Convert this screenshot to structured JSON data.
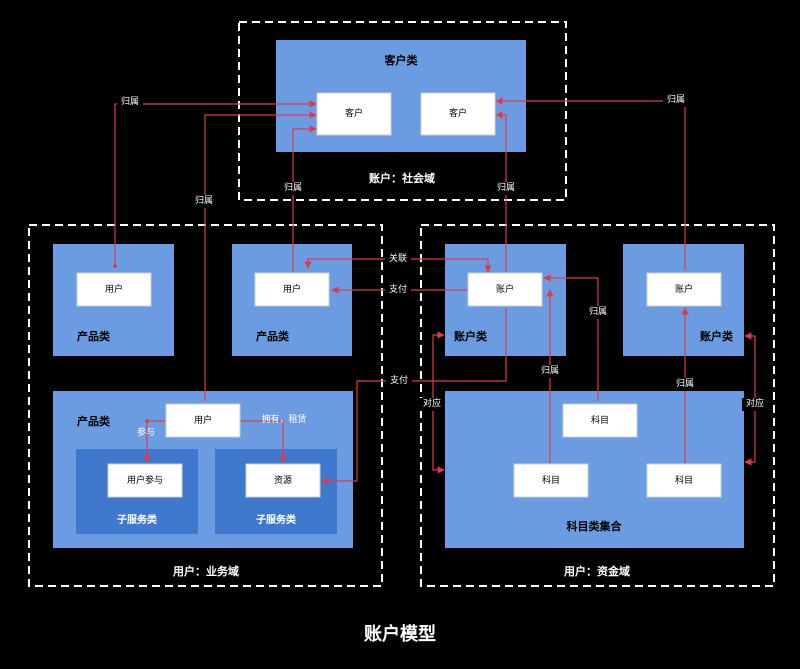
{
  "title": "账户模型",
  "domains": {
    "social": "账户：社会域",
    "business": "用户：业务域",
    "fund": "用户：资金域"
  },
  "groups": {
    "customer_class": "客户类",
    "product_class_1": "产品类",
    "product_class_2": "产品类",
    "product_class_3": "产品类",
    "sub_service_1": "子服务类",
    "sub_service_2": "子服务类",
    "account_class_1": "账户类",
    "account_class_2": "账户类",
    "subject_set": "科目类集合"
  },
  "nodes": {
    "customer_1": "客户",
    "customer_2": "客户",
    "user_1": "用户",
    "user_2": "用户",
    "user_3": "用户",
    "user_participate": "用户参与",
    "resource": "资源",
    "account_1": "账户",
    "account_2": "账户",
    "subject_1": "科目",
    "subject_2": "科目",
    "subject_3": "科目"
  },
  "edge_labels": {
    "belong_1": "归属",
    "belong_2": "归属",
    "belong_3": "归属",
    "belong_4": "归属",
    "belong_5": "归属",
    "belong_6": "归属",
    "belong_7": "归属",
    "belong_8": "归属",
    "relate": "关联",
    "pay_1": "支付",
    "pay_2": "支付",
    "participate": "参与",
    "own_rent": "拥有，租赁",
    "correspond_1": "对应",
    "correspond_2": "对应"
  },
  "colors": {
    "background": "#000000",
    "group_fill": "#6b9be0",
    "sub_group_fill": "#3f78cc",
    "edge": "#e0394b"
  }
}
